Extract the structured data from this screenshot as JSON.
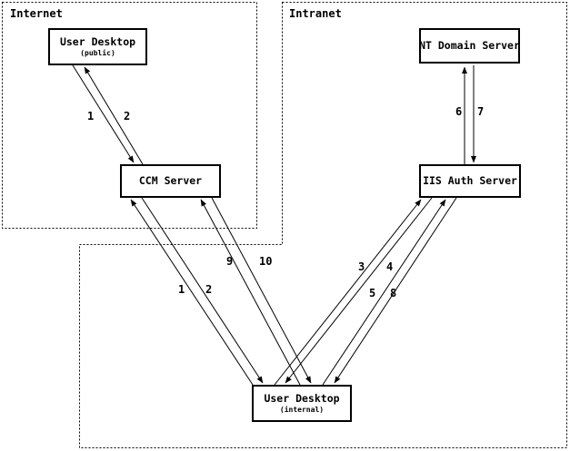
{
  "diagram": {
    "regions": {
      "internet": {
        "label": "Internet"
      },
      "intranet": {
        "label": "Intranet"
      }
    },
    "nodes": {
      "user_desktop_public": {
        "title": "User Desktop",
        "subtitle": "(public)"
      },
      "nt_domain_server": {
        "title": "NT Domain Server"
      },
      "ccm_server": {
        "title": "CCM Server"
      },
      "iis_auth_server": {
        "title": "IIS Auth Server"
      },
      "user_desktop_internal": {
        "title": "User Desktop",
        "subtitle": "(internal)"
      }
    },
    "arrows": [
      {
        "label": "1",
        "from": "user-desktop-public",
        "to": "ccm-server"
      },
      {
        "label": "2",
        "from": "ccm-server",
        "to": "user-desktop-public"
      },
      {
        "label": "1",
        "from": "user-desktop-internal",
        "to": "ccm-server"
      },
      {
        "label": "2",
        "from": "ccm-server",
        "to": "user-desktop-internal"
      },
      {
        "label": "9",
        "from": "user-desktop-internal",
        "to": "ccm-server"
      },
      {
        "label": "10",
        "from": "ccm-server",
        "to": "user-desktop-internal"
      },
      {
        "label": "3",
        "from": "user-desktop-internal",
        "to": "iis-auth-server"
      },
      {
        "label": "4",
        "from": "iis-auth-server",
        "to": "user-desktop-internal"
      },
      {
        "label": "5",
        "from": "user-desktop-internal",
        "to": "iis-auth-server"
      },
      {
        "label": "8",
        "from": "iis-auth-server",
        "to": "user-desktop-internal"
      },
      {
        "label": "6",
        "from": "iis-auth-server",
        "to": "nt-domain-server"
      },
      {
        "label": "7",
        "from": "nt-domain-server",
        "to": "iis-auth-server"
      }
    ],
    "colors": {
      "ink": "#000000",
      "background": "#ffffff"
    }
  }
}
